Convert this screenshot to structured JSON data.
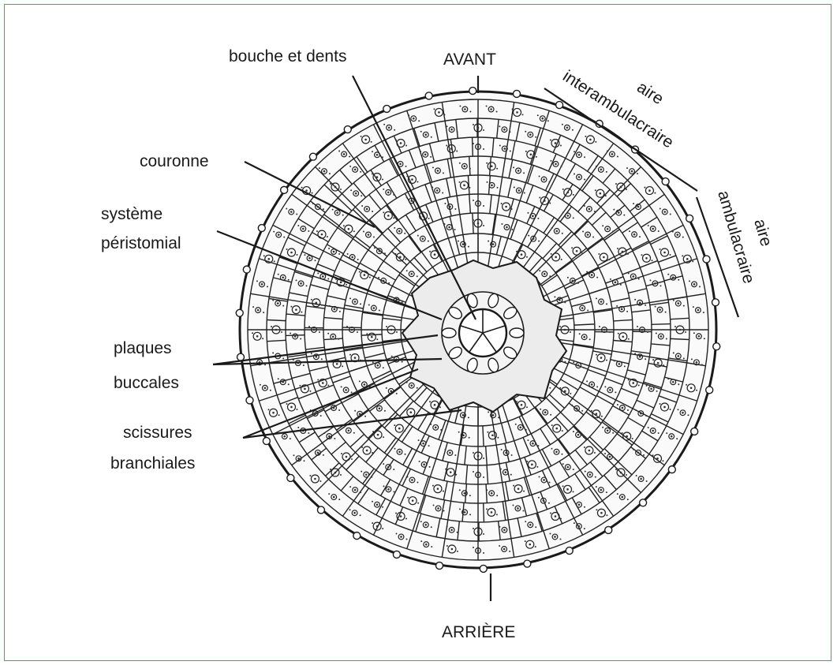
{
  "labels": {
    "mouth_teeth": "bouche et dents",
    "front": "AVANT",
    "rear": "ARRIÈRE",
    "crown": "couronne",
    "peristomial_1": "système",
    "peristomial_2": "péristomial",
    "buccal_1": "plaques",
    "buccal_2": "buccales",
    "gill_1": "scissures",
    "gill_2": "branchiales",
    "interamb_1": "aire",
    "interamb_2": "interambulacraire",
    "amb_1": "aire",
    "amb_2": "ambulacraire"
  },
  "colors": {
    "frame_border": "#4a90d9",
    "ink": "#1a1a1a"
  }
}
